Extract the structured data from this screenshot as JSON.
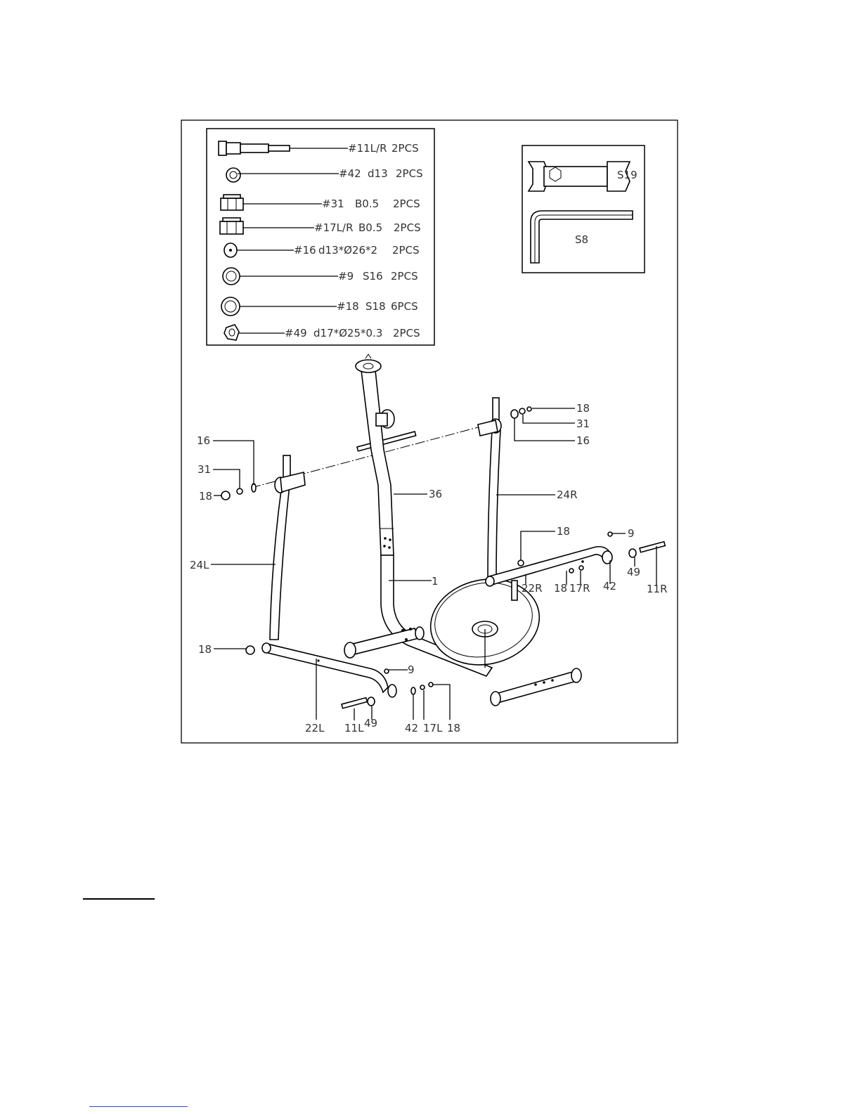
{
  "hardware_list": [
    {
      "part": "#11L/R",
      "spec": "",
      "qty": "2PCS",
      "icon": "axle-bolt-icon"
    },
    {
      "part": "#42",
      "spec": "d13",
      "qty": "2PCS",
      "icon": "wave-washer-icon"
    },
    {
      "part": "#31",
      "spec": "B0.5",
      "qty": "2PCS",
      "icon": "nut-icon"
    },
    {
      "part": "#17L/R",
      "spec": "B0.5",
      "qty": "2PCS",
      "icon": "nut-icon"
    },
    {
      "part": "#16",
      "spec": "d13*Ø26*2",
      "qty": "2PCS",
      "icon": "flat-washer-icon"
    },
    {
      "part": "#9",
      "spec": "S16",
      "qty": "2PCS",
      "icon": "end-cap-icon"
    },
    {
      "part": "#18",
      "spec": "S18",
      "qty": "6PCS",
      "icon": "end-cap-icon"
    },
    {
      "part": "#49",
      "spec": "d17*Ø25*0.3",
      "qty": "2PCS",
      "icon": "spring-washer-icon"
    }
  ],
  "tools": [
    {
      "label": "S19",
      "icon": "wrench-icon"
    },
    {
      "label": "S8",
      "icon": "allen-key-icon"
    }
  ],
  "callouts": {
    "c16_left": "16",
    "c31_left": "31",
    "c18_left_top": "18",
    "c24L": "24L",
    "c18_left_bottom": "18",
    "c22L": "22L",
    "c11L": "11L",
    "c49_left": "49",
    "c42_left": "42",
    "c17L": "17L",
    "c18_left_foot": "18",
    "c9_left": "9",
    "c36": "36",
    "c1": "1",
    "c18_right_top": "18",
    "c31_right": "31",
    "c16_right": "16",
    "c24R": "24R",
    "c18_right_mid": "18",
    "c9_right": "9",
    "c22R": "22R",
    "c18_right_low": "18",
    "c17R": "17R",
    "c42_right": "42",
    "c49_right": "49",
    "c11R": "11R"
  }
}
